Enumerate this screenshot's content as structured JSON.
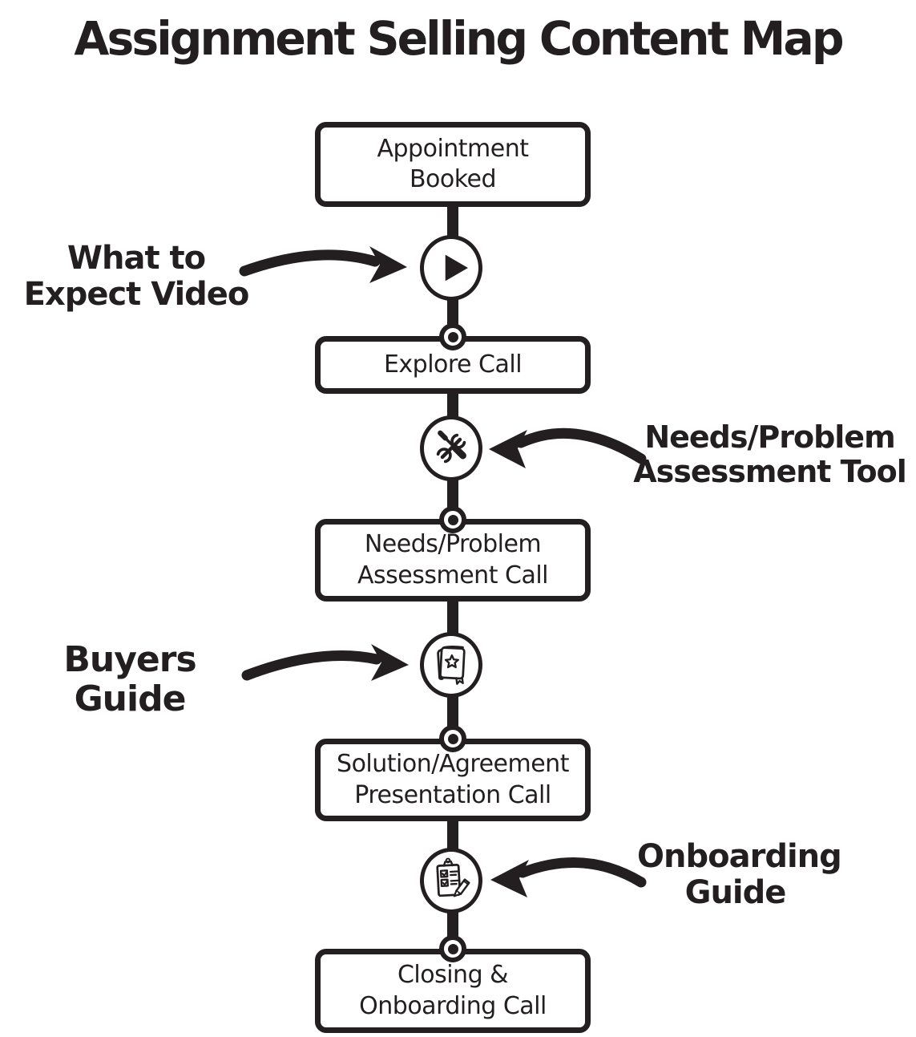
{
  "title": "Assignment Selling Content Map",
  "colors": {
    "ink": "#231f20",
    "background": "#ffffff"
  },
  "flow": {
    "stages": [
      {
        "id": "appointment-booked",
        "lines": [
          "Appointment",
          "Booked"
        ]
      },
      {
        "id": "explore-call",
        "lines": [
          "Explore Call"
        ]
      },
      {
        "id": "needs-problem-assessment-call",
        "lines": [
          "Needs/Problem",
          "Assessment Call"
        ]
      },
      {
        "id": "solution-agreement-presentation-call",
        "lines": [
          "Solution/Agreement",
          "Presentation Call"
        ]
      },
      {
        "id": "closing-onboarding-call",
        "lines": [
          "Closing &",
          "Onboarding Call"
        ]
      }
    ],
    "content_offers": [
      {
        "id": "what-to-expect-video",
        "lines": [
          "What to",
          "Expect Video"
        ],
        "icon": "play-icon",
        "side": "left"
      },
      {
        "id": "needs-problem-assessment-tool",
        "lines": [
          "Needs/Problem",
          "Assessment Tool"
        ],
        "icon": "tools-icon",
        "side": "right"
      },
      {
        "id": "buyers-guide",
        "lines": [
          "Buyers Guide"
        ],
        "icon": "book-icon",
        "side": "left"
      },
      {
        "id": "onboarding-guide",
        "lines": [
          "Onboarding",
          "Guide"
        ],
        "icon": "clipboard-checklist-icon",
        "side": "right"
      }
    ]
  }
}
